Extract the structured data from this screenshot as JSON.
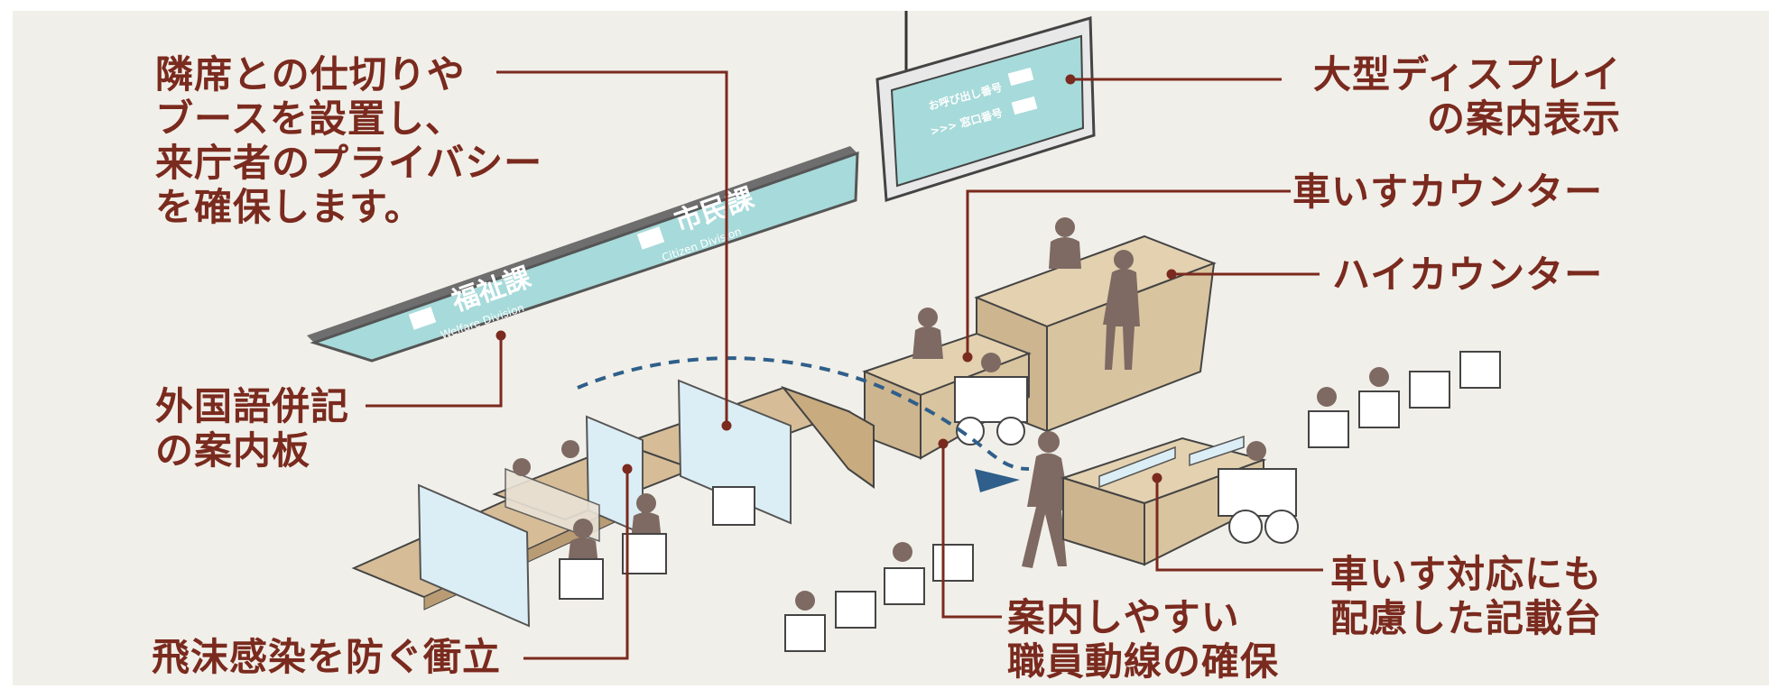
{
  "colors": {
    "background": "#f1efe9",
    "callout": "#7a2a1e",
    "counter_wood": "#d6bd97",
    "partition": "#dceef5",
    "sign": "#a7dada",
    "person": "#7e6a63"
  },
  "callouts": {
    "partition": "隣席との仕切りや\nブースを設置し、\n来庁者のプライバシー\nを確保します。",
    "display": "大型ディスプレイ\nの案内表示",
    "wheelchair_counter": "車いすカウンター",
    "high_counter": "ハイカウンター",
    "multilingual_sign": "外国語併記\nの案内板",
    "droplet_screen": "飛沫感染を防ぐ衝立",
    "staff_route": "案内しやすい\n職員動線の確保",
    "writing_desk": "車いす対応にも\n配慮した記載台"
  },
  "sign": {
    "section1": "福祉課",
    "section1_en": "Welfare Division",
    "section2": "市民課",
    "section2_en": "Citizen Division"
  },
  "display": {
    "row1": "お呼び出し番号",
    "row2": ">>> 窓口番号"
  }
}
